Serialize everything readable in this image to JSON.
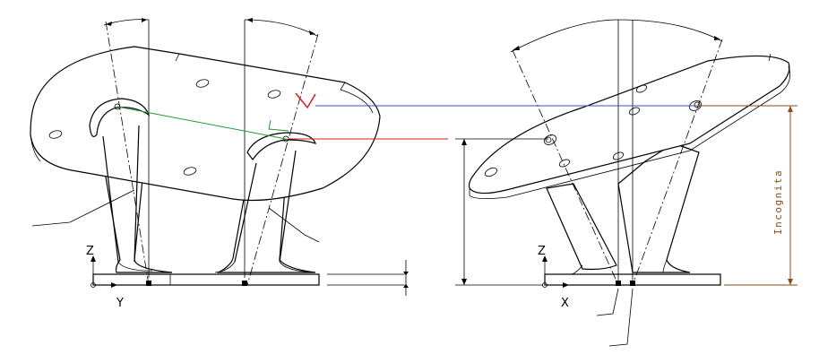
{
  "labels": {
    "axis_z_left": "Z",
    "axis_y_left": "Y",
    "axis_z_right": "Z",
    "axis_x_right": "X",
    "dimension_vertical": "Incognita"
  },
  "colors": {
    "blue_line": "#3b4fc4",
    "red_line": "#d41c1c",
    "green_line": "#1f9a3a",
    "dimension_brown": "#8a4a14"
  }
}
